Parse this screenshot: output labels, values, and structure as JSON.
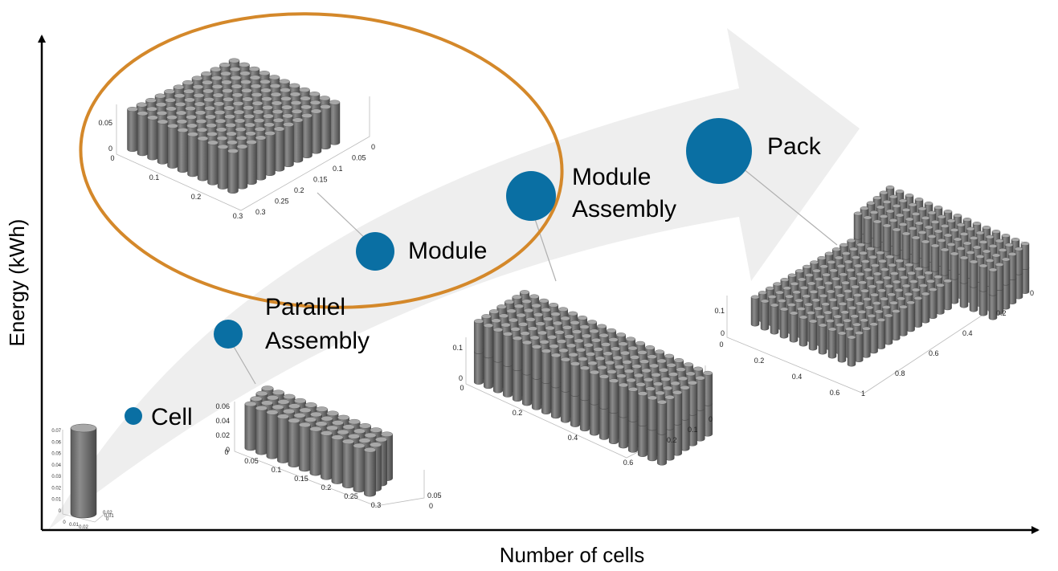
{
  "axes": {
    "x_label": "Number of cells",
    "y_label": "Energy (kWh)"
  },
  "stages": [
    {
      "id": "cell",
      "label_lines": [
        "Cell"
      ]
    },
    {
      "id": "parallel-assembly",
      "label_lines": [
        "Parallel",
        "Assembly"
      ]
    },
    {
      "id": "module",
      "label_lines": [
        "Module"
      ]
    },
    {
      "id": "module-assembly",
      "label_lines": [
        "Module",
        "Assembly"
      ]
    },
    {
      "id": "pack",
      "label_lines": [
        "Pack"
      ]
    }
  ],
  "plots": {
    "cell": {
      "z_ticks": [
        "0.07",
        "0.06",
        "0.05",
        "0.04",
        "0.03",
        "0.02",
        "0.01",
        "0"
      ],
      "x_ticks": [
        "0",
        "0.01",
        "0.02"
      ],
      "y_ticks": [
        "0",
        "0.01",
        "0.02"
      ]
    },
    "parallel_assembly": {
      "z_ticks": [
        "0.06",
        "0.04",
        "0.02",
        "0"
      ],
      "x_ticks": [
        "0",
        "0.05",
        "0.1",
        "0.15",
        "0.2",
        "0.25",
        "0.3"
      ],
      "y_ticks": [
        "0",
        "0.05"
      ]
    },
    "module": {
      "z_ticks": [
        "0.05",
        "0"
      ],
      "x_ticks": [
        "0",
        "0.1",
        "0.2",
        "0.3"
      ],
      "y_ticks": [
        "0",
        "0.05",
        "0.1",
        "0.15",
        "0.2",
        "0.25",
        "0.3"
      ]
    },
    "module_assembly": {
      "z_ticks": [
        "0.1",
        "0"
      ],
      "x_ticks": [
        "0",
        "0.2",
        "0.4",
        "0.6"
      ],
      "y_ticks": [
        "0",
        "0.1",
        "0.2"
      ]
    },
    "pack": {
      "z_ticks": [
        "0.1",
        "0"
      ],
      "x_ticks": [
        "0",
        "0.2",
        "0.4",
        "0.6"
      ],
      "y_ticks": [
        "0",
        "0.2",
        "0.4",
        "0.6",
        "0.8",
        "1"
      ]
    }
  },
  "colors": {
    "marker": "#0a6fa3",
    "highlight": "#d4882a",
    "arrow": "#efefef",
    "cell_body": "#707070",
    "cell_top": "#a8a8a8",
    "axis": "#000000"
  }
}
